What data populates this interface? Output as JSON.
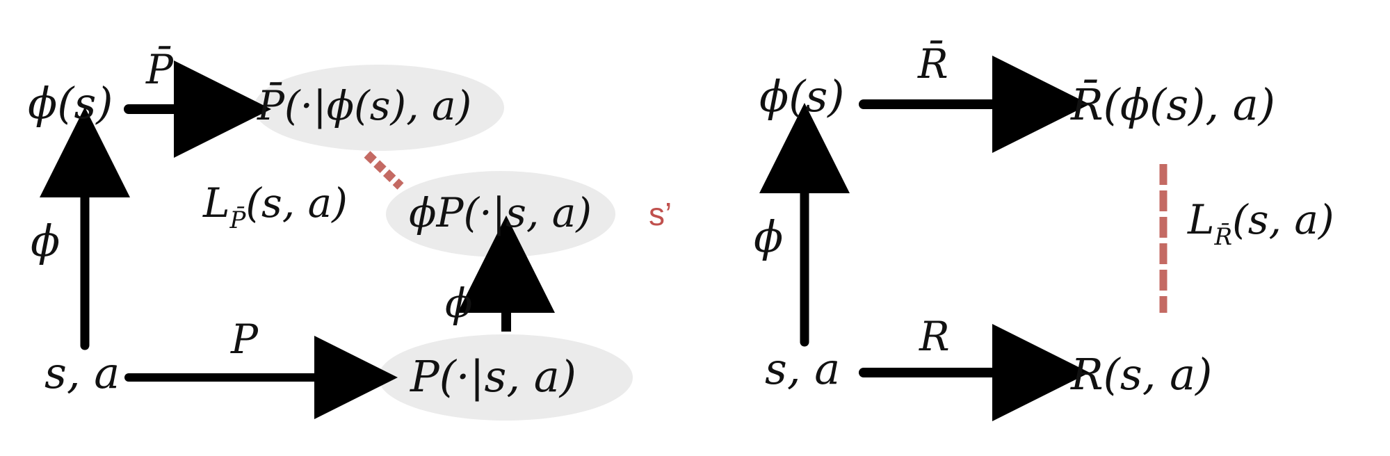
{
  "colors": {
    "arrow": "#000000",
    "text": "#111111",
    "accent": "#c0504d",
    "dashed_link": "#c46a63",
    "highlight_fill": "#ebebeb"
  },
  "left": {
    "phi_s": "ϕ(s)",
    "p_bar_arrow_label": "P̄",
    "p_bar_output": "P̄(·|ϕ(s), a)",
    "phi_up_label": "ϕ",
    "loss_main": "L",
    "loss_sub": "P̄",
    "loss_args": "(s, a)",
    "phi_p_output": "ϕP(·|s, a)",
    "s_prime": "s’",
    "phi_short_label": "ϕ",
    "s_a": "s, a",
    "p_arrow_label": "P",
    "p_output": "P(·|s, a)"
  },
  "right": {
    "phi_s": "ϕ(s)",
    "r_bar_arrow_label": "R̄",
    "r_bar_output": "R̄(ϕ(s), a)",
    "phi_up_label": "ϕ",
    "loss_main": "L",
    "loss_sub": "R̄",
    "loss_args": "(s, a)",
    "s_a": "s, a",
    "r_arrow_label": "R",
    "r_output": "R(s, a)"
  }
}
